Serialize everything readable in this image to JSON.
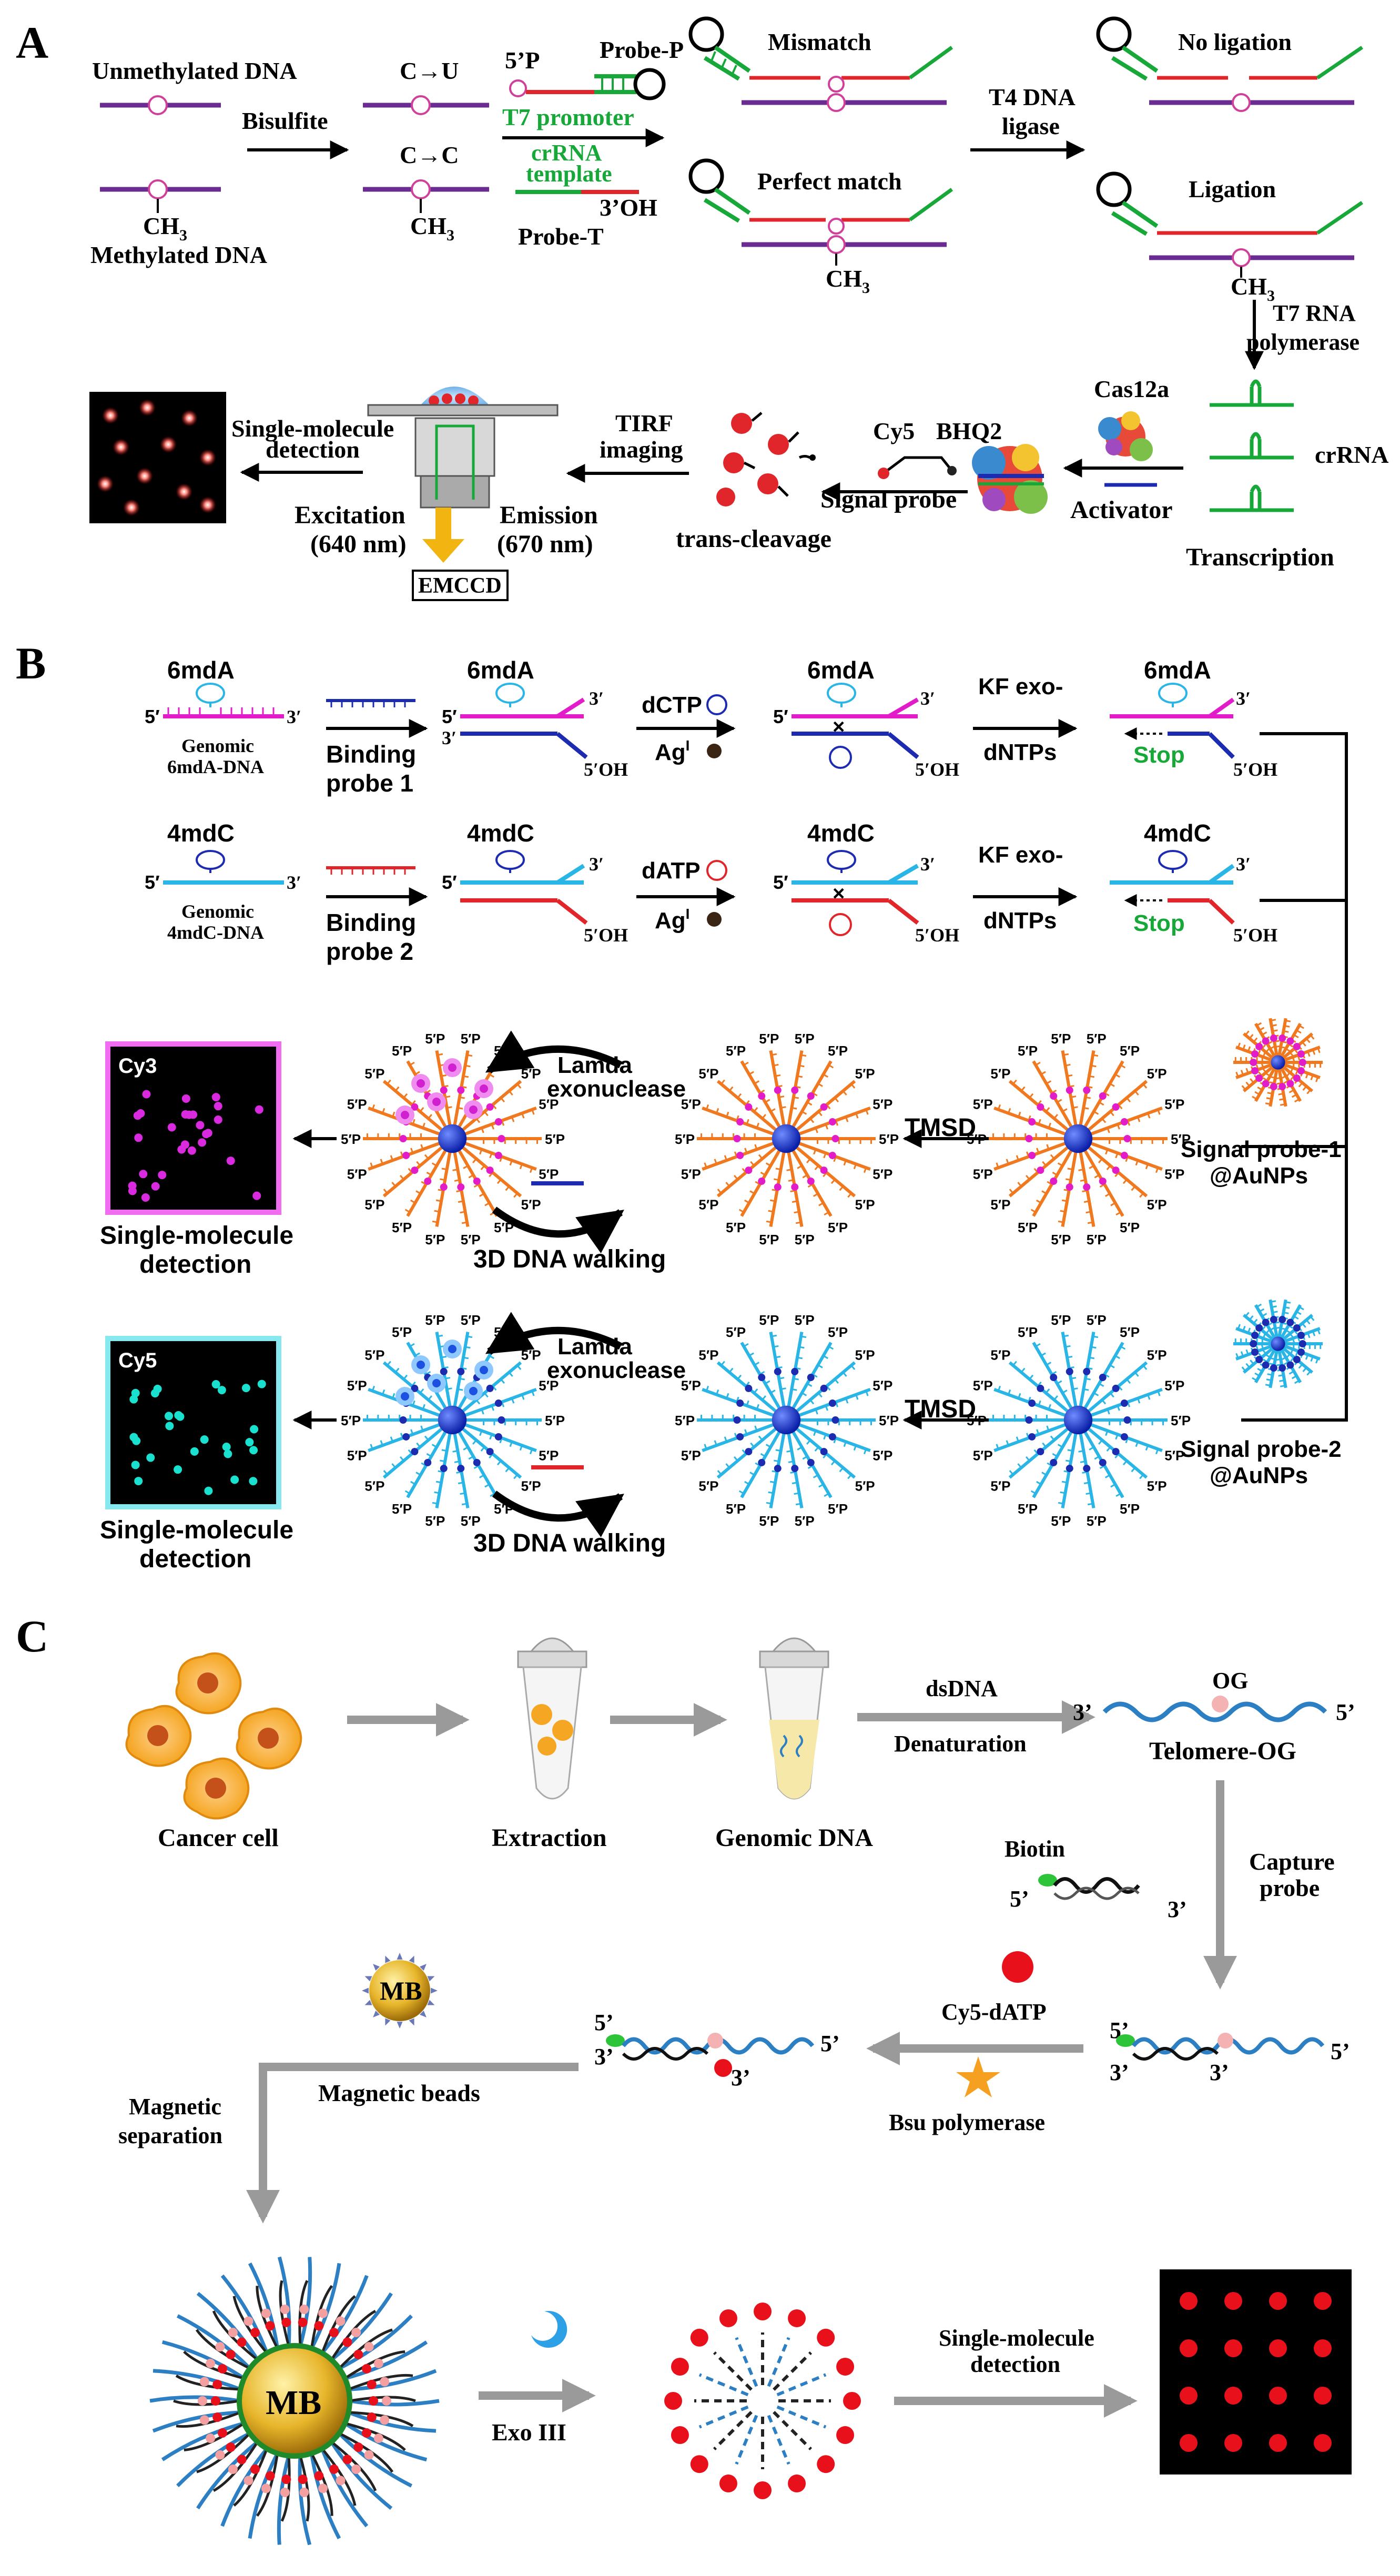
{
  "panels": {
    "A": {
      "letter": "A",
      "unmethylated_dna": "Unmethylated DNA",
      "methylated_dna": "Methylated DNA",
      "ch3": "CH",
      "ch3_sub": "3",
      "bisulfite": "Bisulfite",
      "c_to_u": "C→U",
      "c_to_c": "C→C",
      "five_p": "5’P",
      "probe_p": "Probe-P",
      "t7_promoter": "T7 promoter",
      "crrna": "crRNA",
      "template": "template",
      "three_oh": "3’OH",
      "probe_t": "Probe-T",
      "mismatch": "Mismatch",
      "perfect_match": "Perfect match",
      "t4_ligase_1": "T4 DNA",
      "t4_ligase_2": "ligase",
      "no_ligation": "No ligation",
      "ligation": "Ligation",
      "t7_rna_1": "T7 RNA",
      "t7_rna_2": "polymerase",
      "crrna_label": "crRNA",
      "transcription": "Transcription",
      "cas12a": "Cas12a",
      "activator": "Activator",
      "cy5": "Cy5",
      "bhq2": "BHQ2",
      "signal_probe": "Signal probe",
      "trans_cleavage": "trans-cleavage",
      "tirf_1": "TIRF",
      "tirf_2": "imaging",
      "excitation_1": "Excitation",
      "excitation_2": "(640 nm)",
      "emission_1": "Emission",
      "emission_2": "(670 nm)",
      "emccd": "EMCCD",
      "smd_1": "Single-molecule",
      "smd_2": "detection"
    },
    "B": {
      "letter": "B",
      "six_mda": "6mdA",
      "four_mdc": "4mdC",
      "five_prime": "5′",
      "three_prime": "3′",
      "five_oh": "5′OH",
      "genomic_6mda_1": "Genomic",
      "genomic_6mda_2": "6mdA-DNA",
      "genomic_4mdc_1": "Genomic",
      "genomic_4mdc_2": "4mdC-DNA",
      "binding_probe_1a": "Binding",
      "binding_probe_1b": "probe 1",
      "binding_probe_2a": "Binding",
      "binding_probe_2b": "probe 2",
      "dctp": "dCTP",
      "datp": "dATP",
      "ag": "Ag",
      "ag_sup": "I",
      "kf_exo": "KF exo-",
      "dntps": "dNTPs",
      "stop": "Stop",
      "lamda_1": "Lamda",
      "lamda_2": "exonuclease",
      "tmsd": "TMSD",
      "signal_probe_1a": "Signal probe-1",
      "signal_probe_1b": "@AuNPs",
      "signal_probe_2a": "Signal probe-2",
      "signal_probe_2b": "@AuNPs",
      "cy3": "Cy3",
      "cy5": "Cy5",
      "smd_1": "Single-molecule",
      "smd_2": "detection",
      "walking": "3D DNA walking",
      "five_p": "5′P"
    },
    "C": {
      "letter": "C",
      "cancer_cell": "Cancer cell",
      "extraction": "Extraction",
      "genomic_dna": "Genomic DNA",
      "dsdna": "dsDNA",
      "denaturation": "Denaturation",
      "og": "OG",
      "three_p": "3’",
      "five_p": "5’",
      "telomere_og": "Telomere-OG",
      "biotin": "Biotin",
      "capture_1": "Capture",
      "capture_2": "probe",
      "cy5_datp": "Cy5-dATP",
      "bsu": "Bsu polymerase",
      "mb": "MB",
      "magnetic_beads": "Magnetic beads",
      "mag_sep_1": "Magnetic",
      "mag_sep_2": "separation",
      "exo_iii": "Exo III",
      "smd_1": "Single-molecule",
      "smd_2": "detection"
    }
  },
  "colors": {
    "purple_strand": "#6a2c91",
    "red_strand": "#e0262a",
    "green_strand": "#18a83a",
    "magenta_strand": "#e21cc8",
    "cyan_strand": "#29b5e5",
    "navy_strand": "#1c2bb0",
    "orange_spoke": "#f0781e",
    "gray_arrow": "#9a9a9a",
    "yellow_arrow": "#f2b410",
    "dna_blue": "#2d7fc4"
  }
}
